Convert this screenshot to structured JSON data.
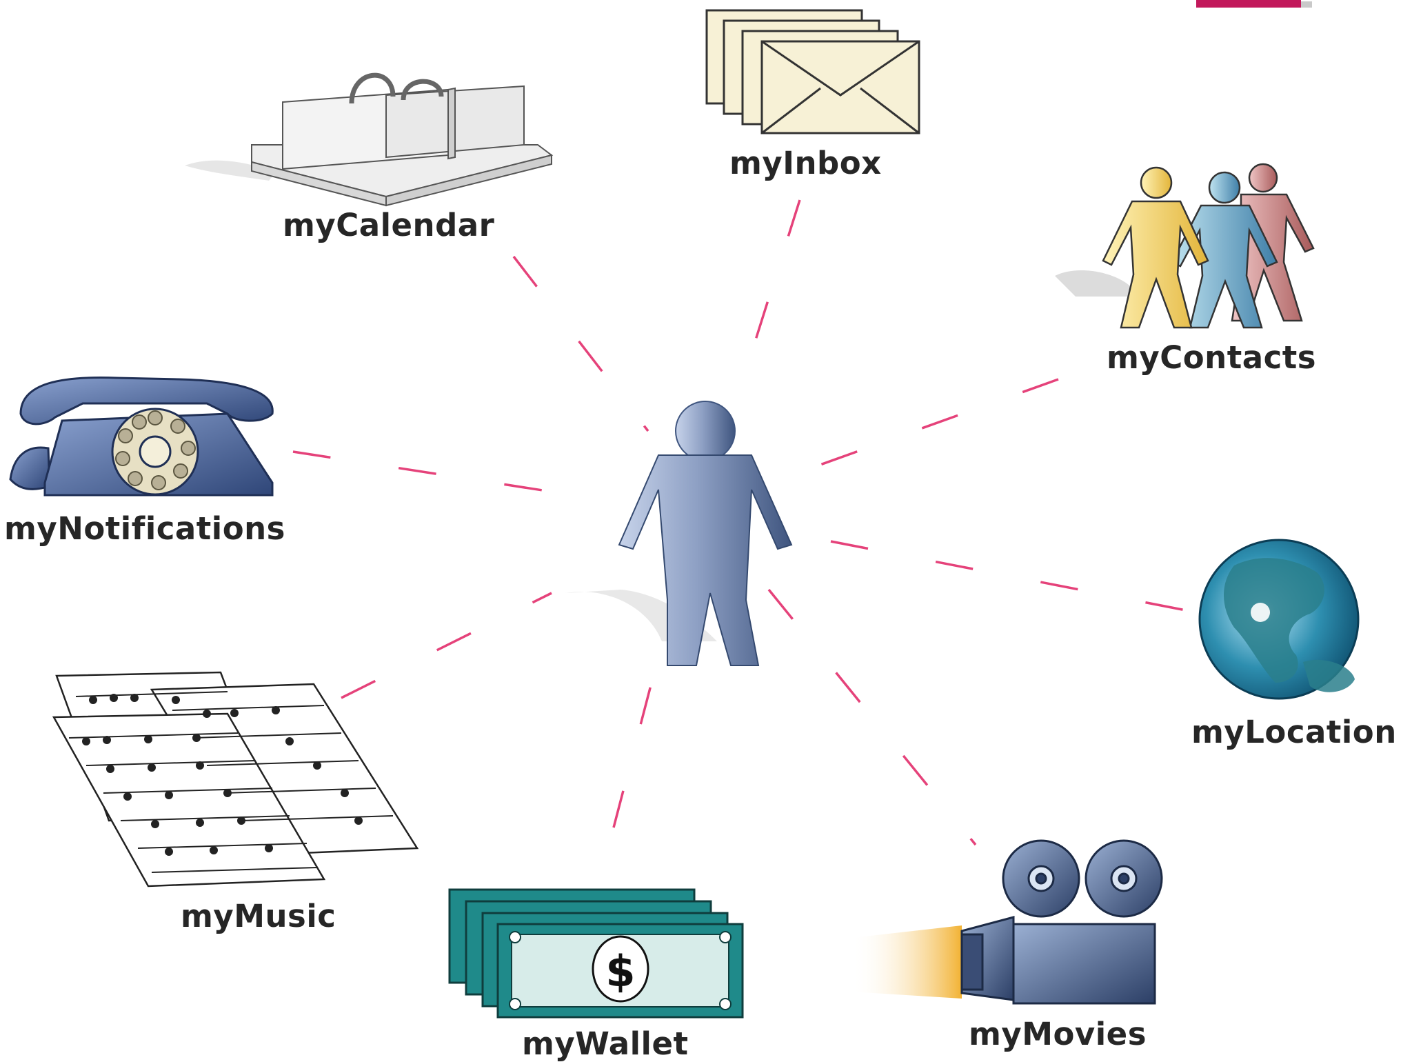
{
  "colors": {
    "connector": "#e5427a",
    "accent": "#c2185b",
    "label": "#262626",
    "figure": "#7c8fb3",
    "figure_dark": "#3f557f",
    "envelope": "#f7f1d6",
    "money": "#1f8a8a",
    "globe": "#2e8fb0"
  },
  "center": {
    "icon": "person-icon"
  },
  "nodes": [
    {
      "id": "mycalendar",
      "label": "myCalendar",
      "icon": "calendar-icon"
    },
    {
      "id": "myinbox",
      "label": "myInbox",
      "icon": "envelope-icon"
    },
    {
      "id": "mycontacts",
      "label": "myContacts",
      "icon": "people-icon"
    },
    {
      "id": "mynotifications",
      "label": "myNotifications",
      "icon": "telephone-icon"
    },
    {
      "id": "mylocation",
      "label": "myLocation",
      "icon": "globe-icon"
    },
    {
      "id": "mymusic",
      "label": "myMusic",
      "icon": "sheet-music-icon"
    },
    {
      "id": "mywallet",
      "label": "myWallet",
      "icon": "money-icon"
    },
    {
      "id": "mymovies",
      "label": "myMovies",
      "icon": "movie-camera-icon"
    }
  ]
}
